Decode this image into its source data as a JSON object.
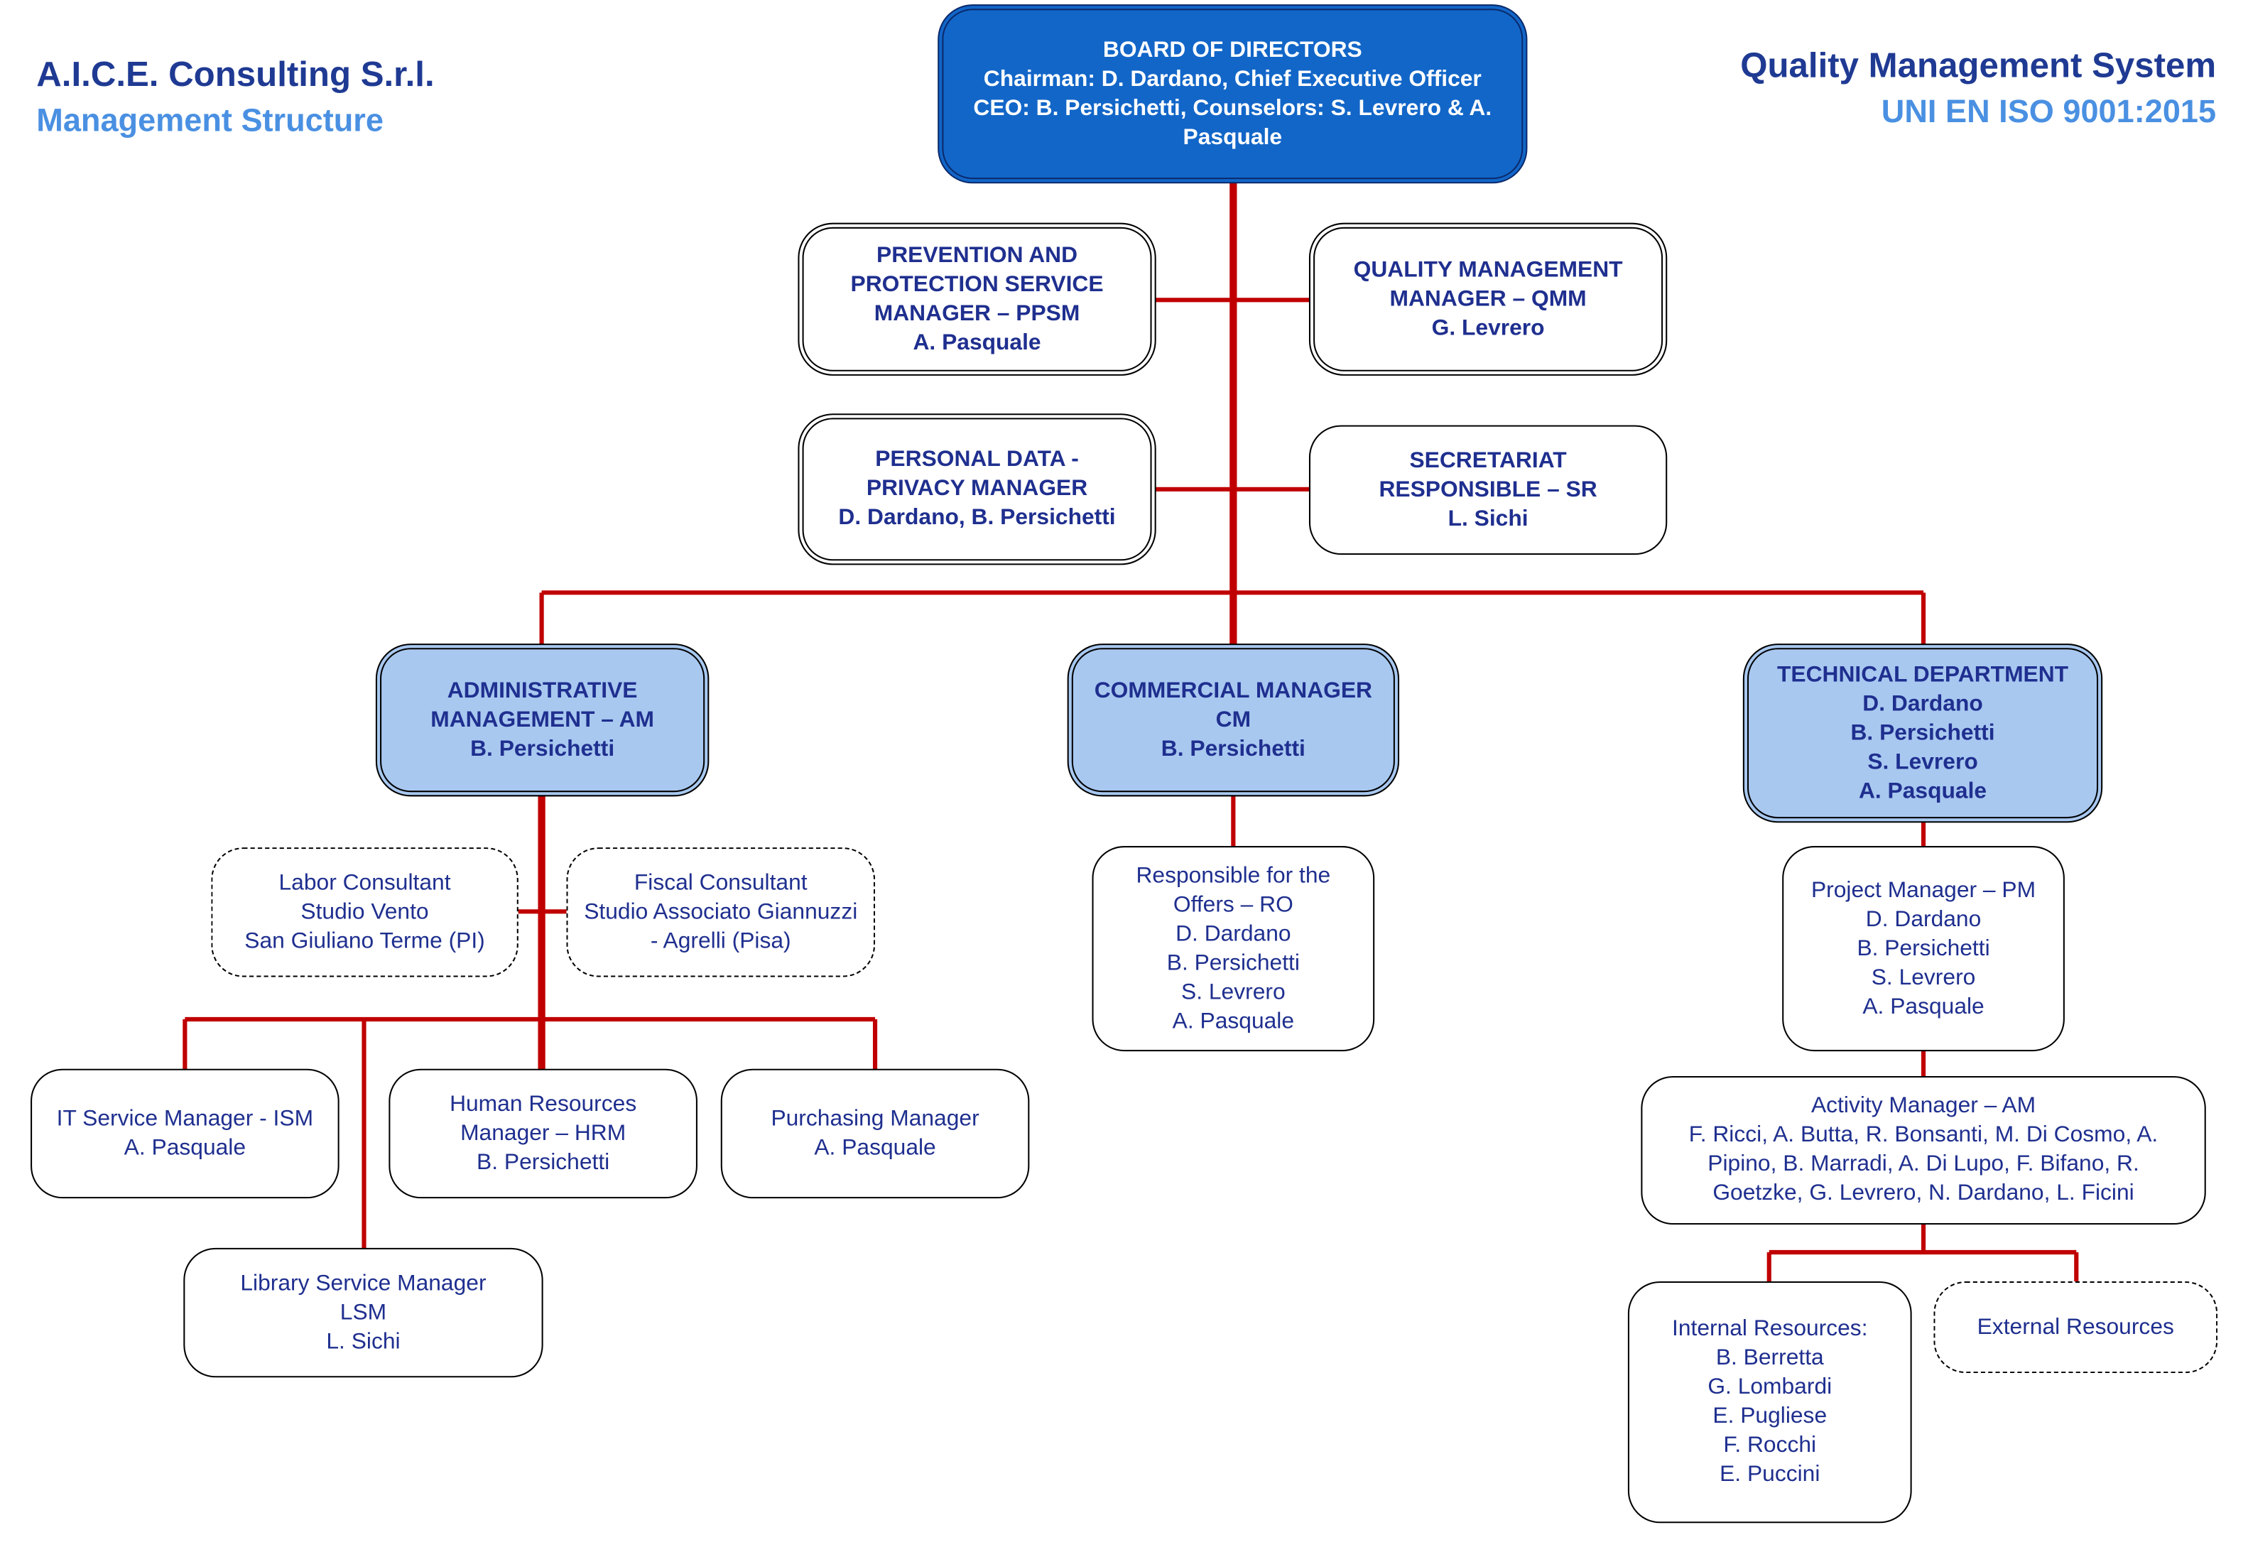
{
  "header": {
    "company": "A.I.C.E. Consulting S.r.l.",
    "subtitle": "Management Structure",
    "system": "Quality Management System",
    "standard": "UNI EN ISO 9001:2015"
  },
  "board": {
    "title": "BOARD OF DIRECTORS",
    "lines": [
      "Chairman: D. Dardano, Chief Executive Officer",
      "CEO: B. Persichetti, Counselors: S. Levrero & A.",
      "Pasquale"
    ]
  },
  "ppsm": {
    "lines": [
      "PREVENTION AND",
      "PROTECTION SERVICE",
      "MANAGER – PPSM",
      "A. Pasquale"
    ]
  },
  "qmm": {
    "lines": [
      "QUALITY MANAGEMENT",
      "MANAGER – QMM",
      "G. Levrero"
    ]
  },
  "privacy": {
    "lines": [
      "PERSONAL DATA -",
      "PRIVACY  MANAGER",
      "D. Dardano, B. Persichetti"
    ]
  },
  "secretariat": {
    "lines": [
      "SECRETARIAT",
      "RESPONSIBLE – SR",
      "L. Sichi"
    ]
  },
  "admin": {
    "lines": [
      "ADMINISTRATIVE",
      "MANAGEMENT – AM",
      "B. Persichetti"
    ]
  },
  "commercial": {
    "lines": [
      "COMMERCIAL MANAGER",
      "CM",
      "B. Persichetti"
    ]
  },
  "technical": {
    "lines": [
      "TECHNICAL DEPARTMENT",
      "D. Dardano",
      "B. Persichetti",
      "S. Levrero",
      "A. Pasquale"
    ]
  },
  "labor": {
    "lines": [
      "Labor Consultant",
      "Studio Vento",
      "San Giuliano Terme (PI)"
    ]
  },
  "fiscal": {
    "lines": [
      "Fiscal Consultant",
      "Studio Associato Giannuzzi",
      "- Agrelli (Pisa)"
    ]
  },
  "it_service": {
    "lines": [
      "IT Service Manager - ISM",
      "A. Pasquale"
    ]
  },
  "hr": {
    "lines": [
      "Human Resources",
      "Manager – HRM",
      "B. Persichetti"
    ]
  },
  "purchasing": {
    "lines": [
      "Purchasing Manager",
      "A. Pasquale"
    ]
  },
  "library": {
    "lines": [
      "Library Service Manager",
      "LSM",
      "L. Sichi"
    ]
  },
  "offers": {
    "lines": [
      "Responsible for the",
      "Offers – RO",
      "D. Dardano",
      "B. Persichetti",
      "S. Levrero",
      "A. Pasquale"
    ]
  },
  "project": {
    "lines": [
      "Project Manager – PM",
      "D. Dardano",
      "B. Persichetti",
      "S. Levrero",
      "A. Pasquale"
    ]
  },
  "activity": {
    "lines": [
      "Activity Manager – AM",
      "F. Ricci, A. Butta, R. Bonsanti, M. Di Cosmo, A.",
      "Pipino, B. Marradi, A. Di Lupo, F. Bifano, R.",
      "Goetzke, G. Levrero, N. Dardano, L. Ficini"
    ]
  },
  "internal": {
    "lines": [
      "Internal Resources:",
      "B. Berretta",
      "G. Lombardi",
      "E. Pugliese",
      "F. Rocchi",
      "E. Puccini"
    ]
  },
  "external": {
    "lines": [
      "External Resources"
    ]
  },
  "colors": {
    "connector": "#c00000",
    "board_fill": "#1266c8",
    "department_fill": "#a8c8f0",
    "text": "#1f2f8f"
  }
}
